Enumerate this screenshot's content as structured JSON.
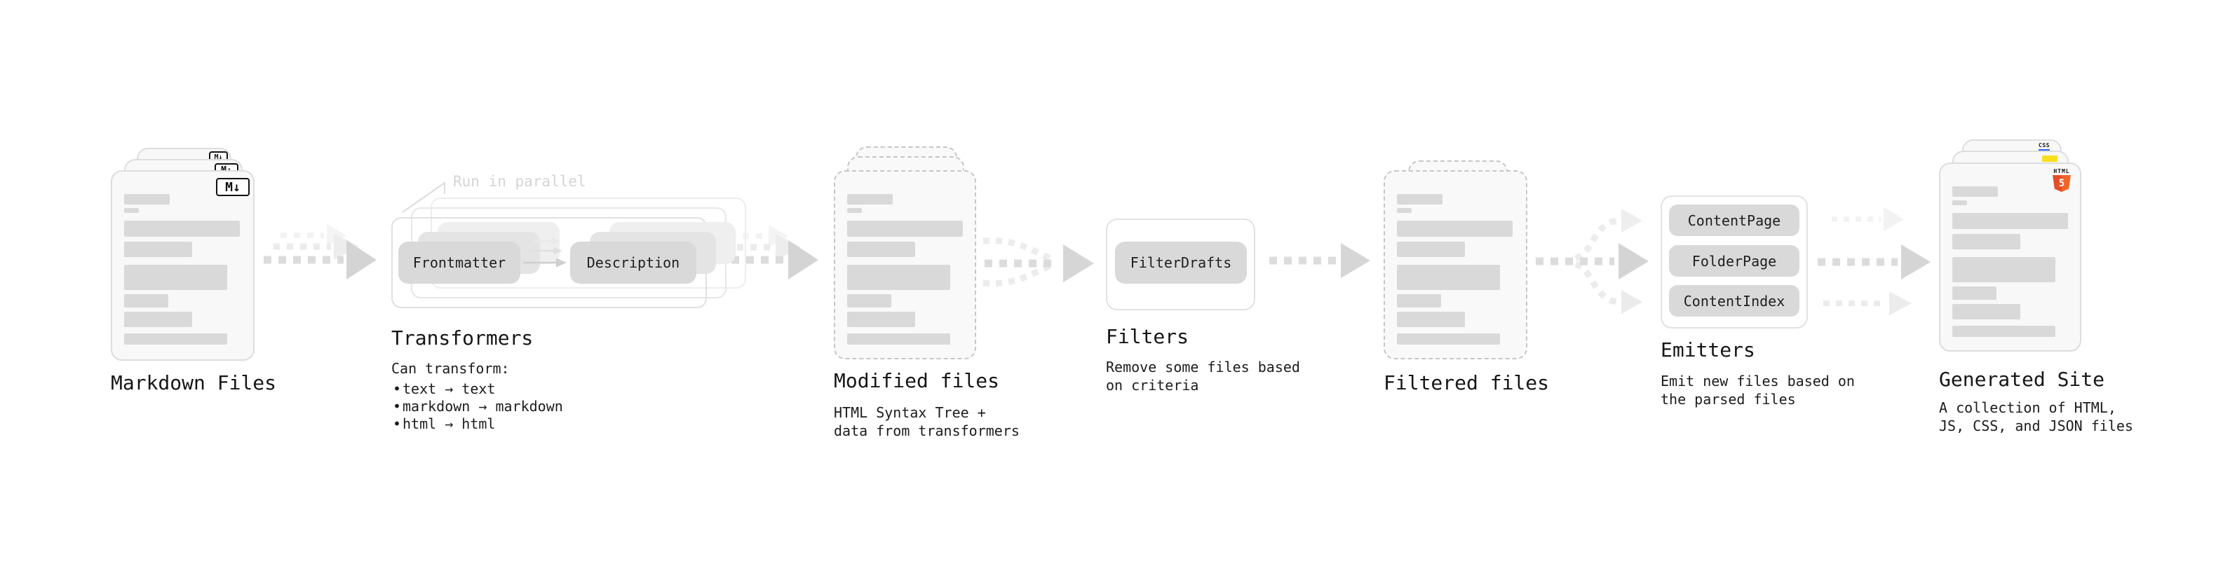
{
  "ui": {
    "bullet": "•"
  },
  "colors": {
    "accent_html5": "#e44d26",
    "accent_js": "#f7df1e",
    "accent_css": "#2965f1",
    "placeholder_bar": "#d9d9d9",
    "arrow": "#dcdcdc",
    "arrow_light": "#ececec",
    "text": "#1a1a1a",
    "muted_annotation": "#d4d4d4"
  },
  "stages": {
    "markdown_files": {
      "label": "Markdown Files",
      "badge": "M↓"
    },
    "transformers": {
      "title": "Transformers",
      "callout": "Run in parallel",
      "pill_left": "Frontmatter",
      "pill_right": "Description",
      "desc_heading": "Can transform:",
      "bullets": [
        "text → text",
        "markdown → markdown",
        "html → html"
      ]
    },
    "modified_files": {
      "label": "Modified files",
      "description": "HTML Syntax Tree +\ndata from transformers"
    },
    "filters": {
      "title": "Filters",
      "pill": "FilterDrafts",
      "description": "Remove some files based\non criteria"
    },
    "filtered_files": {
      "label": "Filtered files"
    },
    "emitters": {
      "title": "Emitters",
      "pills": [
        "ContentPage",
        "FolderPage",
        "ContentIndex"
      ],
      "description": "Emit new files based on\nthe parsed files"
    },
    "generated_site": {
      "label": "Generated Site",
      "description": "A collection of HTML,\nJS, CSS, and JSON files",
      "badge_css": "CSS",
      "badge_html_text": "HTML",
      "badge_html_number": "5"
    }
  }
}
